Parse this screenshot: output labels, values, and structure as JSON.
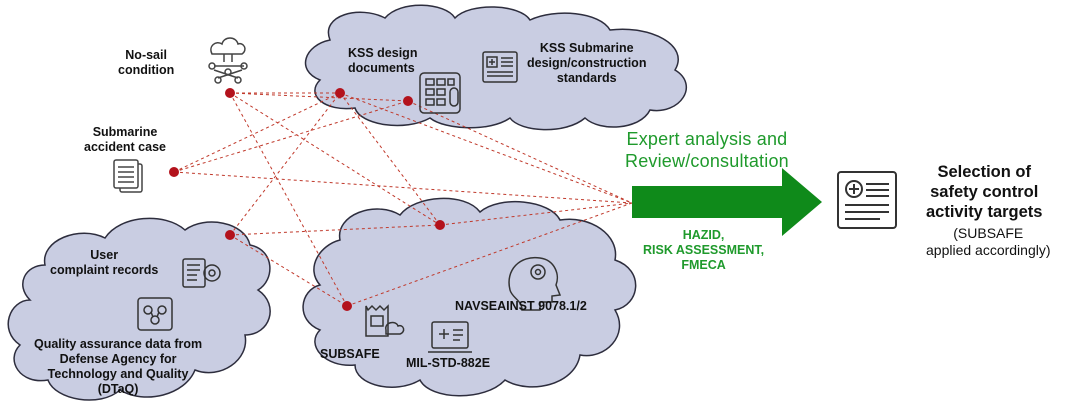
{
  "sources": {
    "no_sail": "No-sail\ncondition",
    "accident_case": "Submarine\naccident case",
    "kss_design_docs": "KSS design\ndocuments",
    "kss_standards": "KSS Submarine\ndesign/construction\nstandards",
    "user_complaints": "User\ncomplaint records",
    "dtaq": "Quality assurance data from\nDefense Agency for\nTechnology and Quality\n(DTaQ)",
    "subsafe": "SUBSAFE",
    "navseainst": "NAVSEAINST 9078.1/2",
    "mil_std": "MIL-STD-882E"
  },
  "process": {
    "title": "Expert analysis and\nReview/consultation",
    "methods": "HAZID,\nRISK ASSESSMENT,\nFMECA"
  },
  "result": {
    "title": "Selection of\nsafety control\nactivity targets",
    "note": "(SUBSAFE\napplied accordingly)"
  },
  "colors": {
    "cloud_fill": "#c9cde2",
    "cloud_stroke": "#2d2d3d",
    "arrow_green": "#0f8a1a",
    "text_green": "#1f9a2c",
    "dot_red": "#b3121c",
    "dashed_red": "#c0392b"
  },
  "icons": [
    "network-cloud-icon",
    "document-icon",
    "calculator-icon",
    "newspaper-icon",
    "gear-document-icon",
    "quality-book-icon",
    "gear-head-icon",
    "receipt-icon",
    "computer-medical-icon",
    "newspaper-result-icon"
  ]
}
